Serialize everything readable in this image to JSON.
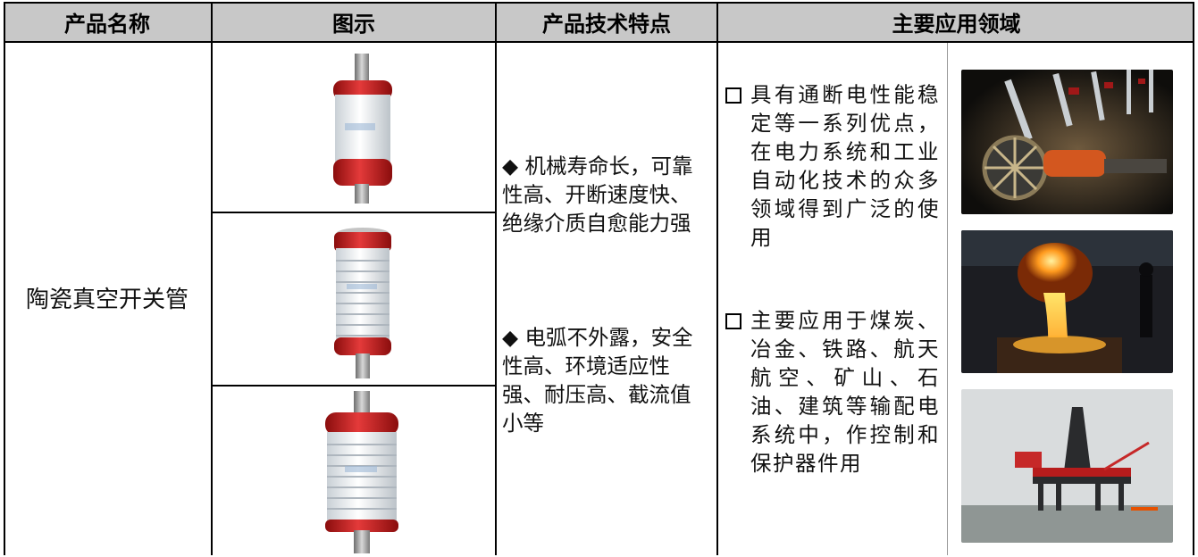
{
  "table": {
    "headers": [
      "产品名称",
      "图示",
      "产品技术特点",
      "主要应用领域"
    ],
    "product_name": "陶瓷真空开关管",
    "features": [
      "◆ 机械寿命长，可靠性高、开断速度快、绝缘介质自愈能力强",
      "◆ 电弧不外露，安全性高、环境适应性强、耐压高、截流值小等"
    ],
    "applications": [
      "具有通断电性能稳定等一系列优点，在电力系统和工业自动化技术的众多领域得到广泛的使用",
      "主要应用于煤炭、冶金、铁路、航天航空、矿山、石油、建筑等输配电系统中，作控制和保护器件用"
    ],
    "product_images": [
      "vacuum-interrupter-short",
      "vacuum-interrupter-medium",
      "vacuum-interrupter-tall"
    ],
    "application_photos": [
      "coal-mining-machine-photo",
      "molten-metal-pouring-photo",
      "offshore-oil-platform-photo"
    ]
  }
}
